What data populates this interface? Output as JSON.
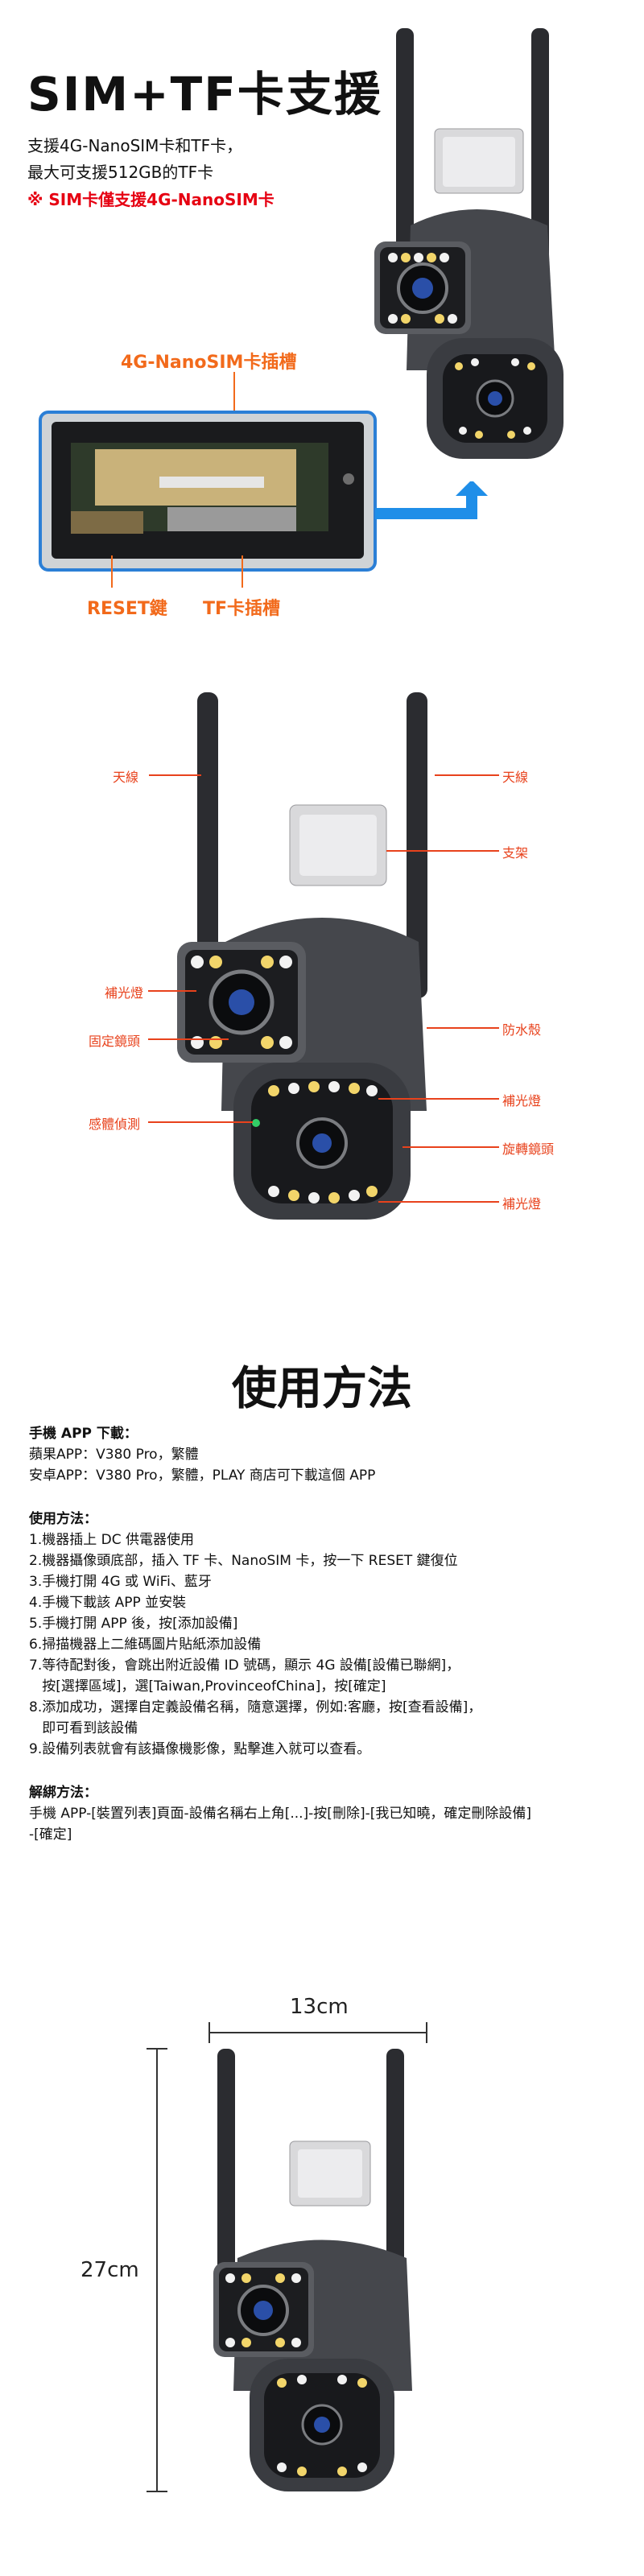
{
  "sim": {
    "title": "SIM+TF卡支援",
    "line1": "支援4G-NanoSIM卡和TF卡，",
    "line2": "最大可支援512GB的TF卡",
    "note": "※ SIM卡僅支援4G-NanoSIM卡",
    "callout_sim": "4G-NanoSIM卡插槽",
    "callout_reset": "RESET鍵",
    "callout_tf": "TF卡插槽"
  },
  "parts": {
    "antenna_left": "天線",
    "antenna_right": "天線",
    "bracket": "支架",
    "fill_light_1": "補光燈",
    "fixed_lens": "固定鏡頭",
    "waterproof": "防水殼",
    "sensor": "感體偵測",
    "fill_light_2": "補光燈",
    "rotating_lens": "旋轉鏡頭",
    "fill_light_3": "補光燈"
  },
  "usage": {
    "heading": "使用方法",
    "app_header": "手機 APP 下載：",
    "apple": "蘋果APP：V380 Pro，繁體",
    "android": "安卓APP：V380 Pro，繁體，PLAY 商店可下載這個 APP",
    "method_header": "使用方法：",
    "steps": [
      "1.機器插上 DC 供電器使用",
      "2.機器攝像頭底部，插入 TF 卡、NanoSIM 卡，按一下 RESET 鍵復位",
      "3.手機打開 4G 或 WiFi、藍牙",
      "4.手機下載該 APP 並安裝",
      "5.手機打開 APP 後，按[添加設備]",
      "6.掃描機器上二維碼圖片貼紙添加設備",
      "7.等待配對後，會跳出附近設備 ID 號碼，顯示 4G 設備[設備已聯網]，",
      "   按[選擇區域]，選[Taiwan,ProvinceofChina]，按[確定]",
      "8.添加成功，選擇自定義設備名稱，隨意選擇，例如:客廳，按[查看設備]，",
      "   即可看到該設備",
      "9.設備列表就會有該攝像機影像，點擊進入就可以查看。"
    ],
    "unbind_header": "解綁方法：",
    "unbind_1": "手機 APP-[裝置列表]頁面-設備名稱右上角[...]-按[刪除]-[我已知曉，確定刪除設備]",
    "unbind_2": "-[確定]"
  },
  "dims": {
    "width": "13cm",
    "height": "27cm"
  },
  "colors": {
    "accent_orange": "#f26a1b",
    "note_red": "#e60012",
    "arrow_blue": "#1f8ee8",
    "camera_body": "#3a3c41"
  }
}
